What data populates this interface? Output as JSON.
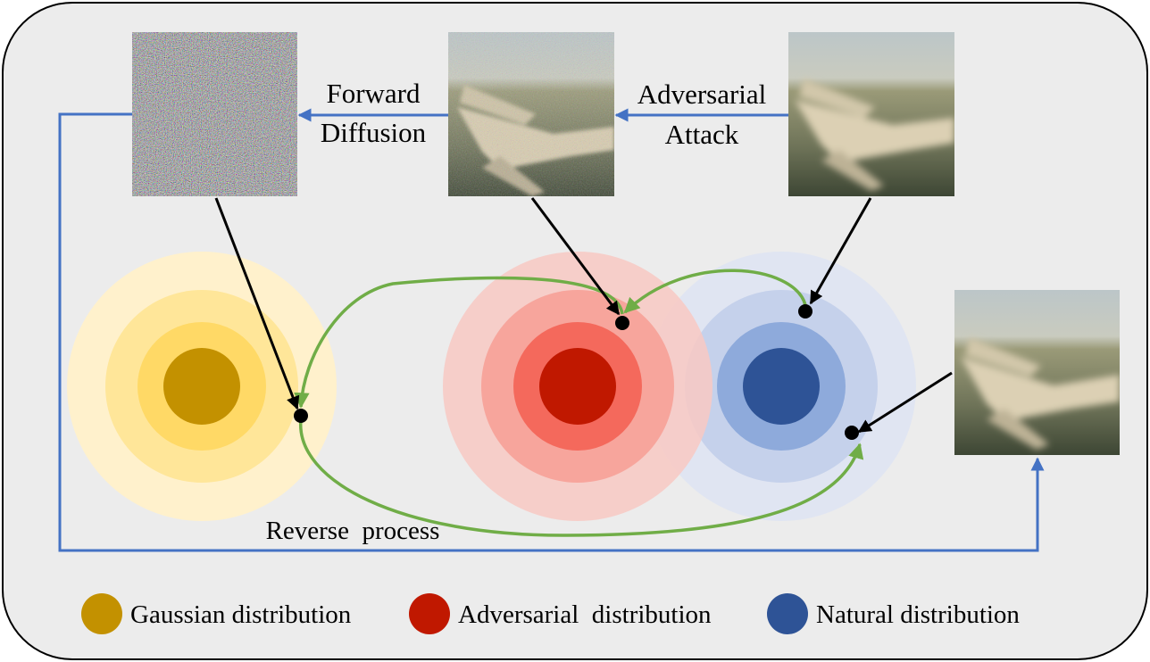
{
  "labels": {
    "forward_diffusion": [
      "Forward",
      "Diffusion"
    ],
    "adversarial_attack": [
      "Adversarial",
      "Attack"
    ],
    "reverse_process": "Reverse  process"
  },
  "legend": [
    {
      "label": "Gaussian distribution",
      "color": "#c39100"
    },
    {
      "label": "Adversarial  distribution",
      "color": "#c01800"
    },
    {
      "label": "Natural distribution",
      "color": "#2e5396"
    }
  ],
  "colors": {
    "panel_bg": "#ececec",
    "flow_arrow": "#4472c4",
    "reverse_arrow": "#70ad47",
    "pointer_arrow": "#000000",
    "gaussian_rings": [
      "#fff1cc",
      "#ffe699",
      "#ffd966",
      "#c39100"
    ],
    "adversarial_rings": [
      "#fad4d0",
      "#f8a8a0",
      "#f56a5e",
      "#c01800"
    ],
    "natural_rings": [
      "#e0e6f3",
      "#c7d3ec",
      "#8eaadb",
      "#2e5396"
    ]
  },
  "images": [
    {
      "name": "gaussian-noise-image",
      "depicts": "noise"
    },
    {
      "name": "adversarial-airplane-image",
      "depicts": "noisy airplane"
    },
    {
      "name": "natural-airplane-image",
      "depicts": "airplane"
    },
    {
      "name": "purified-airplane-image",
      "depicts": "blurred airplane"
    }
  ]
}
